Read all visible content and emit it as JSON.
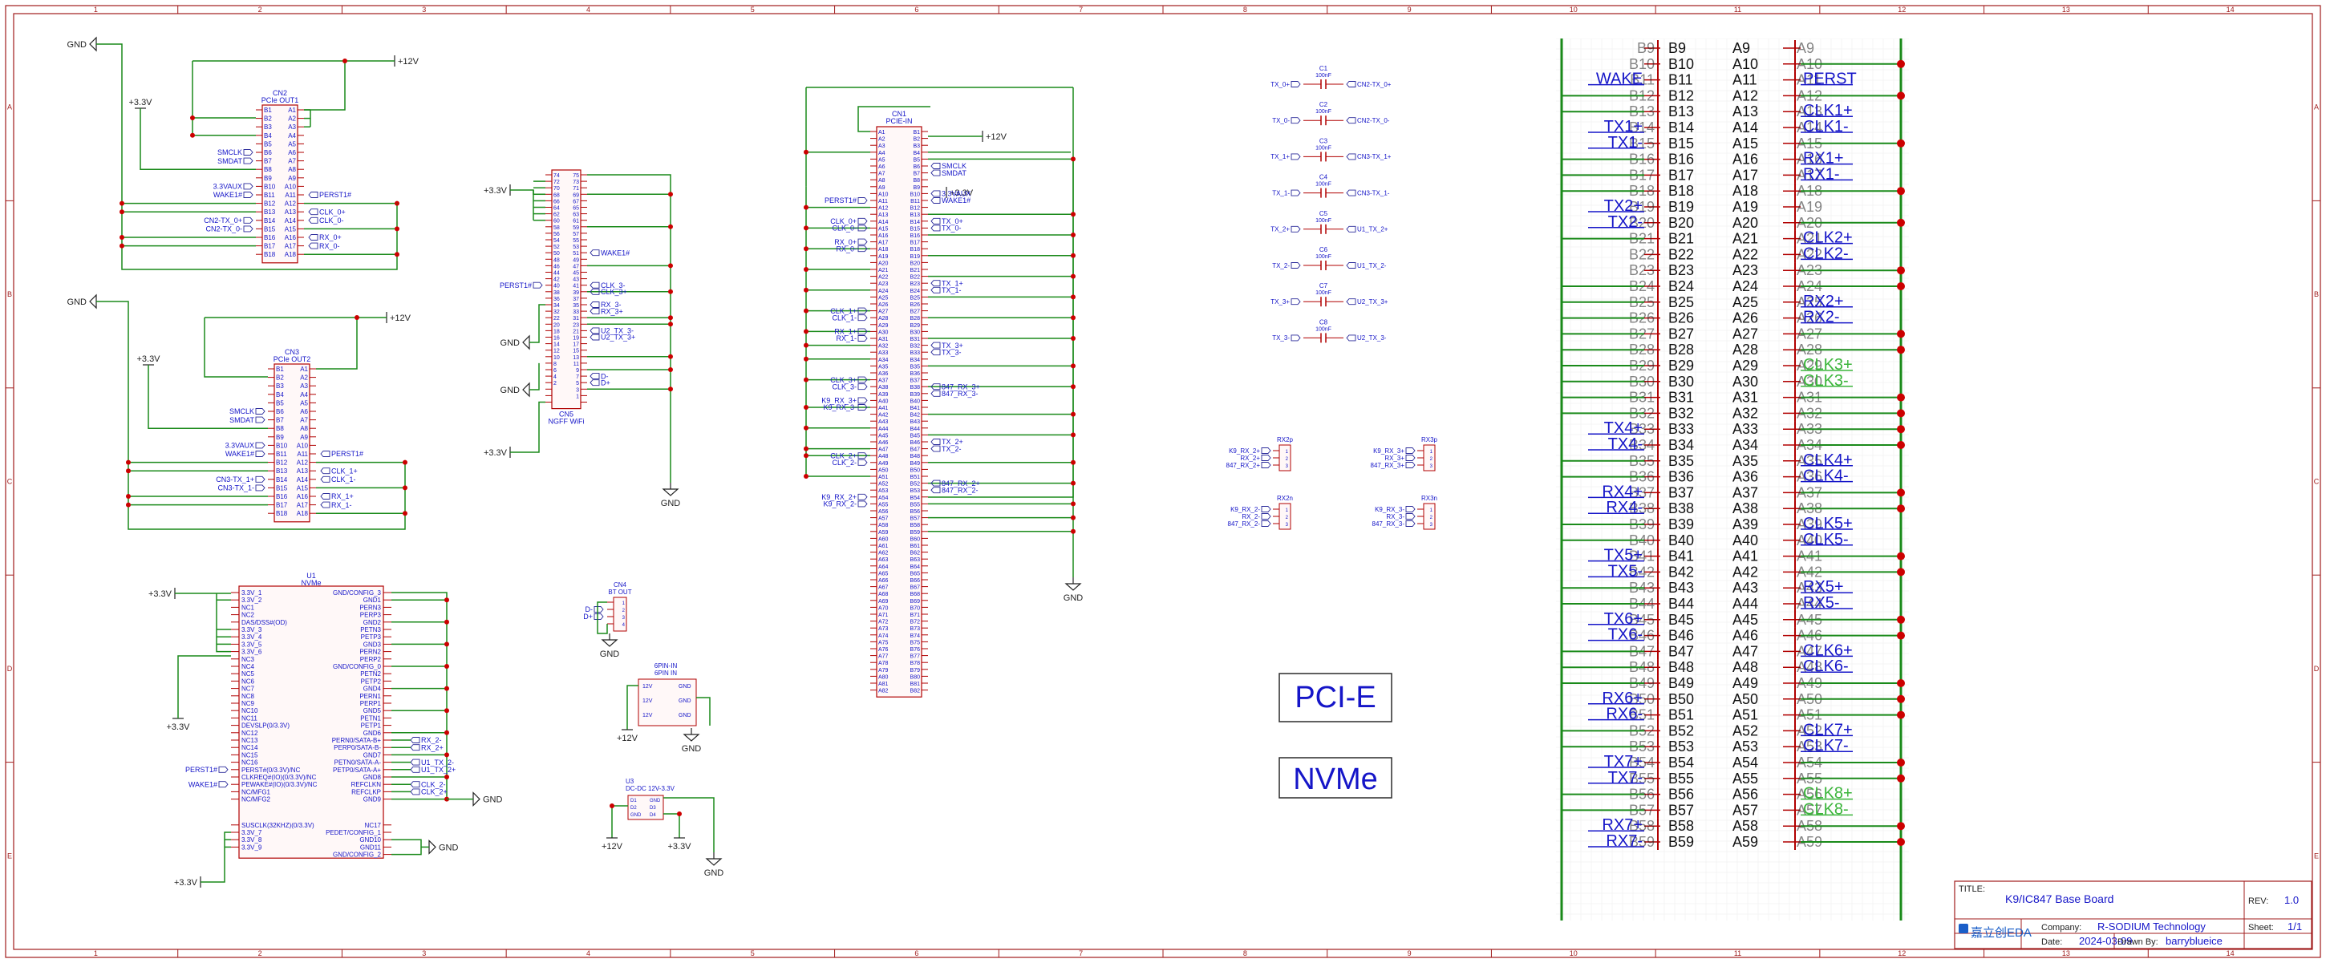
{
  "colors": {
    "wire": "#1a8a1a",
    "component": "#b00000",
    "label": "#1515c8",
    "netflag": "#2a2a9a",
    "border": "#a01c1c",
    "junction": "#cc0000",
    "power": "#222222",
    "green_label": "#3bb53b"
  },
  "border": {
    "cols": [
      "1",
      "2",
      "3",
      "4",
      "5",
      "6",
      "7",
      "8",
      "9",
      "10",
      "11",
      "12",
      "13",
      "14"
    ],
    "rows": [
      "A",
      "B",
      "C",
      "D",
      "E"
    ]
  },
  "power": {
    "gnd": "GND",
    "v12": "+12V",
    "v33": "+3.3V"
  },
  "cn2": {
    "ref": "CN2",
    "value": "PCIe OUT1",
    "left_labels": [
      "SMCLK",
      "SMDAT",
      "3.3VAUX",
      "WAKE1#",
      "CN2-TX_0+",
      "CN2-TX_0-"
    ],
    "right_labels": [
      "PERST1#",
      "CLK_0+",
      "CLK_0-",
      "RX_0+",
      "RX_0-"
    ],
    "pins_b": [
      "B1",
      "B2",
      "B3",
      "B4",
      "B5",
      "B6",
      "B7",
      "B8",
      "B9",
      "B10",
      "B11",
      "B12",
      "B13",
      "B14",
      "B15",
      "B16",
      "B17",
      "B18"
    ],
    "pins_a": [
      "A1",
      "A2",
      "A3",
      "A4",
      "A5",
      "A6",
      "A7",
      "A8",
      "A9",
      "A10",
      "A11",
      "A12",
      "A13",
      "A14",
      "A15",
      "A16",
      "A17",
      "A18"
    ]
  },
  "cn3": {
    "ref": "CN3",
    "value": "PCIe OUT2",
    "left_labels": [
      "SMCLK",
      "SMDAT",
      "3.3VAUX",
      "WAKE1#",
      "CN3-TX_1+",
      "CN3-TX_1-"
    ],
    "right_labels": [
      "PERST1#",
      "CLK_1+",
      "CLK_1-",
      "RX_1+",
      "RX_1-"
    ]
  },
  "cn5": {
    "ref": "CN5",
    "value": "NGFF WiFi",
    "left_labels": [
      "PERST1#"
    ],
    "right_labels": [
      "WAKE1#",
      "CLK_3-",
      "CLK_3+",
      "RX_3-",
      "RX_3+",
      "U2_TX_3-",
      "U2_TX_3+",
      "D-",
      "D+"
    ],
    "pins_left": [
      "74",
      "72",
      "70",
      "68",
      "66",
      "64",
      "62",
      "60",
      "58",
      "56",
      "54",
      "52",
      "50",
      "48",
      "46",
      "44",
      "42",
      "40",
      "38",
      "36",
      "34",
      "32",
      "22",
      "20",
      "18",
      "16",
      "14",
      "12",
      "10",
      "8",
      "6",
      "4",
      "2"
    ],
    "pins_right": [
      "75",
      "73",
      "71",
      "69",
      "67",
      "65",
      "63",
      "61",
      "59",
      "57",
      "55",
      "53",
      "51",
      "49",
      "47",
      "45",
      "43",
      "41",
      "39",
      "37",
      "35",
      "33",
      "31",
      "23",
      "21",
      "19",
      "17",
      "15",
      "13",
      "11",
      "9",
      "7",
      "5",
      "3",
      "1"
    ]
  },
  "cn1": {
    "ref": "CN1",
    "value": "PCIE-IN",
    "left_labels": [
      "PERST1#",
      "CLK_0+",
      "CLK_0-",
      "RX_0+",
      "RX_0-",
      "CLK_1+",
      "CLK_1-",
      "RX_1+",
      "RX_1-",
      "CLK_3+",
      "CLK_3-",
      "K9_RX_3+",
      "K9_RX_3-",
      "CLK_2+",
      "CLK_2-",
      "K9_RX_2+",
      "K9_RX_2-"
    ],
    "right_labels": [
      "SMCLK",
      "SMDAT",
      "3.3VAUX",
      "WAKE1#",
      "TX_0+",
      "TX_0-",
      "TX_1+",
      "TX_1-",
      "TX_3+",
      "TX_3-",
      "847_RX_3+",
      "847_RX_3-",
      "TX_2+",
      "TX_2-",
      "847_RX_2+",
      "847_RX_2-"
    ]
  },
  "caps": [
    {
      "ref": "C1",
      "val": "100nF",
      "in": "TX_0+",
      "out": "CN2-TX_0+"
    },
    {
      "ref": "C2",
      "val": "100nF",
      "in": "TX_0-",
      "out": "CN2-TX_0-"
    },
    {
      "ref": "C3",
      "val": "100nF",
      "in": "TX_1+",
      "out": "CN3-TX_1+"
    },
    {
      "ref": "C4",
      "val": "100nF",
      "in": "TX_1-",
      "out": "CN3-TX_1-"
    },
    {
      "ref": "C5",
      "val": "100nF",
      "in": "TX_2+",
      "out": "U1_TX_2+"
    },
    {
      "ref": "C6",
      "val": "100nF",
      "in": "TX_2-",
      "out": "U1_TX_2-"
    },
    {
      "ref": "C7",
      "val": "100nF",
      "in": "TX_3+",
      "out": "U2_TX_3+"
    },
    {
      "ref": "C8",
      "val": "100nF",
      "in": "TX_3-",
      "out": "U2_TX_3-"
    }
  ],
  "jumpers": [
    {
      "ref": "RX2p",
      "pins": [
        "K9_RX_2+",
        "RX_2+",
        "847_RX_2+"
      ]
    },
    {
      "ref": "RX3p",
      "pins": [
        "K9_RX_3+",
        "RX_3+",
        "847_RX_3+"
      ]
    },
    {
      "ref": "RX2n",
      "pins": [
        "K9_RX_2-",
        "RX_2-",
        "847_RX_2-"
      ]
    },
    {
      "ref": "RX3n",
      "pins": [
        "K9_RX_3-",
        "RX_3-",
        "847_RX_3-"
      ]
    }
  ],
  "u1": {
    "ref": "U1",
    "value": "NVMe",
    "left_pins": [
      "3.3V_1",
      "3.3V_2",
      "NC1",
      "NC2",
      "DAS/DSS#(OD)",
      "3.3V_3",
      "3.3V_4",
      "3.3V_5",
      "3.3V_6",
      "NC3",
      "NC4",
      "NC5",
      "NC6",
      "NC7",
      "NC8",
      "NC9",
      "NC10",
      "NC11",
      "DEVSLP(0/3.3V)",
      "NC12",
      "NC13",
      "NC14",
      "NC15",
      "NC16",
      "PERST#(0/3.3V)/NC",
      "CLKREQ#(IO)(0/3.3V)/NC",
      "PEWAKE#(IO)(0/3.3V)/NC",
      "NC/MFG1",
      "NC/MFG2"
    ],
    "right_pins": [
      "GND/CONFIG_3",
      "GND1",
      "PERN3",
      "PERP3",
      "GND2",
      "PETN3",
      "PETP3",
      "GND3",
      "PERN2",
      "PERP2",
      "GND/CONFIG_0",
      "PETN2",
      "PETP2",
      "GND4",
      "PERN1",
      "PERP1",
      "GND5",
      "PETN1",
      "PETP1",
      "GND6",
      "PERN0/SATA-B+",
      "PERP0/SATA-B-",
      "GND7",
      "PETN0/SATA-A-",
      "PETP0/SATA-A+",
      "GND8",
      "REFCLKN",
      "REFCLKP",
      "GND9"
    ],
    "bottom_left": [
      "SUSCLK(32KHZ)(0/3.3V)",
      "3.3V_7",
      "3.3V_8",
      "3.3V_9"
    ],
    "bottom_right": [
      "NC17",
      "PEDET/CONFIG_1",
      "GND10",
      "GND11",
      "GND/CONFIG_2"
    ],
    "ext_left": [
      "PERST1#",
      "WAKE1#"
    ],
    "ext_right": [
      "RX_2-",
      "RX_2+",
      "U1_TX_2-",
      "U1_TX_2+",
      "CLK_2-",
      "CLK_2+"
    ]
  },
  "cn4": {
    "ref": "CN4",
    "value": "BT OUT",
    "labels": [
      "D-",
      "D+"
    ]
  },
  "pin6": {
    "ref": "6PIN-IN",
    "value": "6PIN IN",
    "pins": [
      "12V",
      "12V",
      "12V",
      "GND",
      "GND",
      "GND"
    ]
  },
  "u3": {
    "ref": "U3",
    "value": "DC-DC 12V-3.3V",
    "pins": [
      "D1",
      "D2",
      "GND",
      "GND",
      "D3",
      "D4"
    ]
  },
  "boxes": {
    "pcie": "PCI-E",
    "nvme": "NVMe"
  },
  "zoom": {
    "b_labels": [
      "B9",
      "B10",
      "B11",
      "B12",
      "B13",
      "B14",
      "B15",
      "B16",
      "B17",
      "B18",
      "B19",
      "B20",
      "B21",
      "B22",
      "B23",
      "B24",
      "B25",
      "B26",
      "B27",
      "B28",
      "B29",
      "B30",
      "B31",
      "B32",
      "B33",
      "B34",
      "B35",
      "B36",
      "B37",
      "B38",
      "B39",
      "B40",
      "B41",
      "B42",
      "B43",
      "B44",
      "B45",
      "B46",
      "B47",
      "B48",
      "B49",
      "B50",
      "B51",
      "B52",
      "B53",
      "B54",
      "B55",
      "B56",
      "B57",
      "B58",
      "B59"
    ],
    "a_labels": [
      "A9",
      "A10",
      "A11",
      "A12",
      "A13",
      "A14",
      "A15",
      "A16",
      "A17",
      "A18",
      "A19",
      "A20",
      "A21",
      "A22",
      "A23",
      "A24",
      "A25",
      "A26",
      "A27",
      "A28",
      "A29",
      "A30",
      "A31",
      "A32",
      "A33",
      "A34",
      "A35",
      "A36",
      "A37",
      "A38",
      "A39",
      "A40",
      "A41",
      "A42",
      "A43",
      "A44",
      "A45",
      "A46",
      "A47",
      "A48",
      "A49",
      "A50",
      "A51",
      "A52",
      "A53",
      "A54",
      "A55",
      "A56",
      "A57",
      "A58",
      "A59"
    ],
    "left_nets": [
      {
        "row": 2,
        "t": "WAKE"
      },
      {
        "row": 5,
        "t": "TX1+"
      },
      {
        "row": 6,
        "t": "TX1-"
      },
      {
        "row": 10,
        "t": "TX2+"
      },
      {
        "row": 11,
        "t": "TX2-"
      },
      {
        "row": 24,
        "t": "TX4+"
      },
      {
        "row": 25,
        "t": "TX4-"
      },
      {
        "row": 28,
        "t": "RX4+"
      },
      {
        "row": 29,
        "t": "RX4-"
      },
      {
        "row": 32,
        "t": "TX5+"
      },
      {
        "row": 33,
        "t": "TX5-"
      },
      {
        "row": 36,
        "t": "TX6+"
      },
      {
        "row": 37,
        "t": "TX6-"
      },
      {
        "row": 41,
        "t": "RX6+"
      },
      {
        "row": 42,
        "t": "RX6-"
      },
      {
        "row": 45,
        "t": "TX7+"
      },
      {
        "row": 46,
        "t": "TX7-"
      },
      {
        "row": 49,
        "t": "RX7+"
      },
      {
        "row": 50,
        "t": "RX7-"
      }
    ],
    "right_nets": [
      {
        "row": 2,
        "t": "PERST",
        "g": false
      },
      {
        "row": 4,
        "t": "CLK1+",
        "g": false
      },
      {
        "row": 5,
        "t": "CLK1-",
        "g": false
      },
      {
        "row": 7,
        "t": "RX1+",
        "g": false
      },
      {
        "row": 8,
        "t": "RX1-",
        "g": false
      },
      {
        "row": 12,
        "t": "CLK2+",
        "g": false
      },
      {
        "row": 13,
        "t": "CLK2-",
        "g": false
      },
      {
        "row": 16,
        "t": "RX2+",
        "g": false
      },
      {
        "row": 17,
        "t": "RX2-",
        "g": false
      },
      {
        "row": 20,
        "t": "CLK3+",
        "g": true
      },
      {
        "row": 21,
        "t": "CLK3-",
        "g": true
      },
      {
        "row": 26,
        "t": "CLK4+",
        "g": false
      },
      {
        "row": 27,
        "t": "CLK4-",
        "g": false
      },
      {
        "row": 30,
        "t": "CLK5+",
        "g": false
      },
      {
        "row": 31,
        "t": "CLK5-",
        "g": false
      },
      {
        "row": 34,
        "t": "RX5+",
        "g": false
      },
      {
        "row": 35,
        "t": "RX5-",
        "g": false
      },
      {
        "row": 38,
        "t": "CLK6+",
        "g": false
      },
      {
        "row": 39,
        "t": "CLK6-",
        "g": false
      },
      {
        "row": 43,
        "t": "CLK7+",
        "g": false
      },
      {
        "row": 44,
        "t": "CLK7-",
        "g": false
      },
      {
        "row": 47,
        "t": "CLK8+",
        "g": true
      },
      {
        "row": 48,
        "t": "CLK8-",
        "g": true
      }
    ]
  },
  "title_block": {
    "title_label": "TITLE:",
    "title": "K9/IC847 Base Board",
    "rev_label": "REV:",
    "rev": "1.0",
    "company_label": "Company:",
    "company": "R-SODIUM Technology",
    "sheet_label": "Sheet:",
    "sheet": "1/1",
    "date_label": "Date:",
    "date": "2024-03-09",
    "drawn_label": "Drawn By:",
    "drawn": "barryblueice",
    "logo": "嘉立创EDA"
  }
}
